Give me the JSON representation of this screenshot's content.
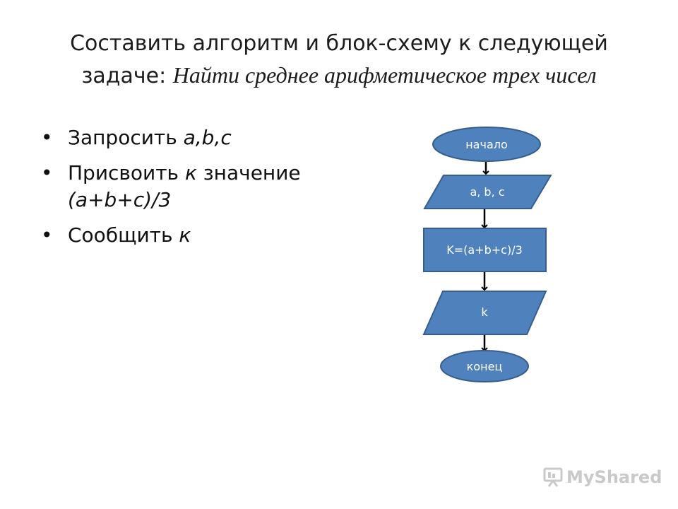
{
  "title": {
    "line1": "Составить алгоритм и блок-схему к следующей",
    "line2_prefix": "задаче: ",
    "task": "Найти среднее арифметическое трех чисел"
  },
  "bullets": [
    {
      "text": "Запросить ",
      "italic": "a,b,c"
    },
    {
      "text": "Присвоить ",
      "italic": "к",
      "text2": " значение",
      "cont": "(a+b+c)/3"
    },
    {
      "text": "Сообщить ",
      "italic": "к"
    }
  ],
  "flowchart": {
    "start": "начало",
    "input": "a, b, c",
    "process": "K=(a+b+c)/3",
    "output": "k",
    "end": "конец",
    "fill_color": "#4f81bd",
    "stroke_color": "#385d8a"
  },
  "watermark": {
    "text": "MyShared"
  }
}
